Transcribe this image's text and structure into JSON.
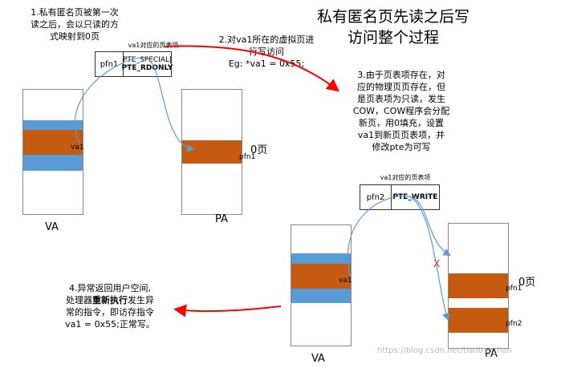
{
  "title_line1": "私有匿名页先读之后写",
  "title_line2": "访问整个过程",
  "step1": [
    "1.私有匿名页被第一次",
    "读之后，会以只读的方",
    "式映射到0页"
  ],
  "step2": [
    "2.对va1所在的虚拟页进",
    "行写访问",
    "Eg: *va1 = 0x55;"
  ],
  "step3": [
    "3.由于页表项存在，对",
    "应的物理页页存在，但",
    "是页表项为只读，发生",
    "COW，COW程序会分配",
    "新页，用0填充，设置",
    "va1到新页页表项，并",
    "修改pte为可写"
  ],
  "step4": [
    "4.异常返回用户空间,",
    "处理器重新执行发生异",
    "常的指令，即访存指令",
    "va1 = 0x55;正常写。"
  ],
  "step4_bold": "重新执行",
  "pte1": {
    "caption": "va1对应的页表项",
    "pfn": "pfn1",
    "flag1": "PTE_SPECIAL|",
    "flag2": "PTE_RDONLY"
  },
  "pte2": {
    "caption": "va1对应的页表项",
    "pfn": "pfn2",
    "flag": "PTE_WRITE"
  },
  "va_label": "va1",
  "va_caption": "VA",
  "pa_caption": "PA",
  "pfn1_label": "pfn1",
  "pfn2_label": "pfn2",
  "zero_page_label": "0页",
  "x_mark": "X",
  "watermark": "https://blog.csdn.net/baobao_han",
  "colors": {
    "blue": "#5b9bd5",
    "orange": "#c55a11",
    "red_arrow": "#ff0000",
    "blue_line": "#5b9bd5"
  }
}
